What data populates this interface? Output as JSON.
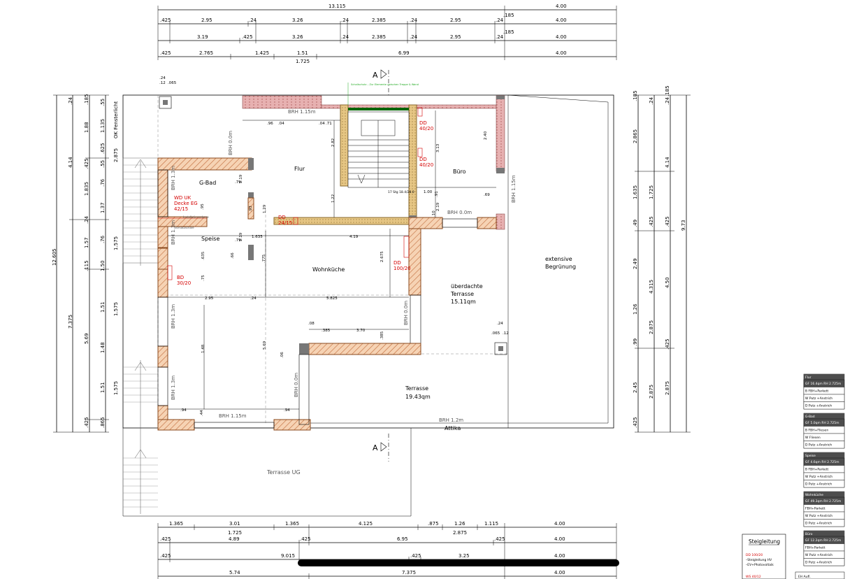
{
  "top_dims": {
    "row1": [
      "13.115",
      "4.00"
    ],
    "row2": [
      ".425",
      "2.95",
      ".24",
      "3.26",
      ".24",
      "2.385",
      ".24",
      "2.95",
      ".24",
      ".185",
      "4.00"
    ],
    "row3": [
      "3.19",
      ".425",
      "3.26",
      ".24",
      "2.385",
      ".24",
      "2.95",
      ".24",
      ".185",
      "4.00"
    ],
    "row4": [
      ".425",
      "2.765",
      "1.425",
      "1.51",
      "1.725",
      "6.99",
      "4.00"
    ]
  },
  "bottom_dims": {
    "row1": [
      "1.365",
      "3.01",
      "1.725",
      "1.365",
      "4.125",
      ".875",
      "1.26",
      "2.875",
      "1.115",
      "4.00"
    ],
    "row2": [
      ".425",
      "4.89",
      ".425",
      "6.95",
      ".425",
      "4.00"
    ],
    "row3": [
      ".425",
      "9.015",
      ".425",
      "3.25",
      "4.00"
    ],
    "row4": [
      "5.74",
      "7.375",
      "4.00"
    ]
  },
  "left_dims": {
    "col1": [
      "12.605"
    ],
    "col2": [
      "4.14",
      "7.375"
    ],
    "col3": [
      "1.88",
      "1.835",
      "1.57",
      "5.69"
    ],
    "col4": [
      ".185",
      ".24",
      ".425",
      ".24",
      ".115",
      ".425"
    ],
    "col5": [
      ".55",
      "1.135",
      ".625",
      ".55",
      ".76",
      "1.37",
      ".76",
      "1.50",
      "1.51",
      "1.48",
      "1.51",
      ".865"
    ],
    "col6": [
      "OK Fensterlicht",
      "2.875",
      "1.575",
      "1.575",
      "1.575"
    ]
  },
  "right_dims": {
    "col1": [
      ".185",
      "2.865",
      "1.635",
      ".49",
      "2.49",
      "1.26",
      ".99",
      "2.45",
      ".425"
    ],
    "col2": [
      ".24",
      "1.725",
      ".425",
      "4.315",
      "2.875",
      "2.875"
    ],
    "col3": [
      ".24",
      ".185",
      "4.14",
      ".425",
      "4.50",
      ".425",
      "2.875"
    ],
    "col4": [
      "9.73"
    ]
  },
  "plan": {
    "rooms": {
      "flur": "Flur",
      "gbad": "G-Bad",
      "speise": "Speise",
      "wohnkueche": "Wohnküche",
      "buero": "Büro",
      "terrasse_covered_1": "überdachte",
      "terrasse_covered_2": "Terrasse",
      "terrasse_covered_3": "15.11qm",
      "terrasse_1": "Terrasse",
      "terrasse_2": "19.43qm",
      "green_1": "extensive",
      "green_2": "Begrünung",
      "terrasse_ug": "Terrasse UG",
      "attika": "Attika"
    },
    "brh": {
      "top": "BRH 1.15m",
      "bottom_left": "BRH 1.15m",
      "bottom_right": "BRH 1.2m",
      "buero_side": "BRH 1.15m",
      "buero_bottom": "BRH 0.0m",
      "flur_side": "BRH 0.0m",
      "gbad": "BRH 1.3m",
      "speise": "BRH 1.3m",
      "wohn_1": "BRH 1.3m",
      "wohn_2": "BRH 1.3m",
      "wohn_door": "BRH 0.0m",
      "wohn_door2": "BRH 0.0m"
    },
    "red_notes": {
      "dd_top1": "DD",
      "dd_top1b": "40/20",
      "dd_top2": "DD",
      "dd_top2b": "40/20",
      "dd_mid": "DD",
      "dd_midb": "24/15",
      "dd_right": "DD",
      "dd_rightb": "100/20",
      "dd_left": "BD",
      "dd_leftb": "30/20",
      "wd1": "WD UK",
      "wd2": "Decke EG",
      "wd3": "42/15"
    },
    "inner_dims": [
      ".96",
      ".04",
      ".04",
      ".71",
      "2.82",
      "1.22",
      "3.13",
      "2.40",
      "1.00",
      ".91",
      "2.19",
      ".10",
      ".69",
      "1.635",
      "4.19",
      "2.675",
      "2.95",
      ".24",
      "5.825",
      ".08",
      ".385",
      "3.70",
      ".385",
      "1.48",
      "5.69",
      ".94",
      ".94",
      ".44",
      ".06",
      "1.29",
      "2.19",
      ".79",
      "2.19",
      ".79",
      ".93",
      ".95",
      ".635",
      ".75",
      ".66",
      ".775",
      ".24",
      ".065",
      ".12",
      ".24",
      ".12",
      ".065"
    ],
    "stair": "17 Stg 18.4/28.0",
    "section_a": "A",
    "green_note": "Schallschutz – Zur Elemente zwischen Treppe & Wand",
    "installation": "Installationsebene",
    "vorsatz": "Vorsatzschale"
  },
  "legend": {
    "steigleitung_title": "Steigleitung",
    "steig_red": "DD 100/20",
    "steig_1": "–Steigleitung HV",
    "steig_2": "–EV+Photovoltaik",
    "ws": "WS 40/12",
    "cards": [
      {
        "title": "Flur",
        "rows": [
          "GF 16.4qm RH 2.725m",
          "B  FBH+Parkett",
          "W  Putz +Anstrich",
          "D  Putz +Anstrich"
        ]
      },
      {
        "title": "G-Bad",
        "rows": [
          "GF 5.0qm RH 2.725m",
          "B  FBH+Fliesen",
          "W  Fliesen",
          "D  Putz +Anstrich"
        ]
      },
      {
        "title": "Speise",
        "rows": [
          "GF 4.6qm RH 2.725m",
          "B  FBH+Parkett",
          "W  Putz +Anstrich",
          "D  Putz +Anstrich"
        ]
      },
      {
        "title": "Wohnküche",
        "rows": [
          "GF 49.3qm RH 2.725m",
          "FBH+Parkett",
          "W  Putz +Anstrich",
          "D  Putz +Anstrich"
        ]
      },
      {
        "title": "Büro",
        "rows": [
          "GF 12.2qm RH 2.725m",
          "FBH+Parkett",
          "W  Putz +Anstrich",
          "D  Putz +Anstrich"
        ]
      }
    ],
    "eh_label": "EH Aufl."
  },
  "colors": {
    "wall_fill": "#f3c9a2",
    "wall_hatch": "#c06a3a",
    "stair_wall": "#e8c98a",
    "brick": "#d9a0a0",
    "red": "#d40000",
    "card_header": "#4d4d4d",
    "green": "#22aa22"
  }
}
